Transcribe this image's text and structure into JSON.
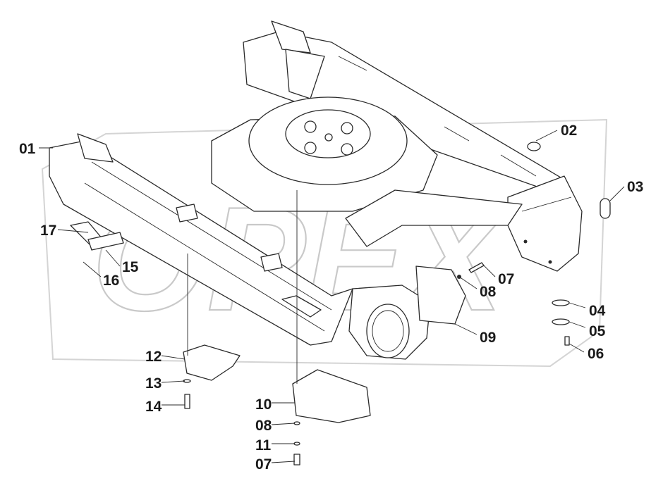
{
  "watermark": {
    "text": "OPEX"
  },
  "callouts": [
    {
      "id": "01",
      "text": "01"
    },
    {
      "id": "02",
      "text": "02"
    },
    {
      "id": "03",
      "text": "03"
    },
    {
      "id": "04",
      "text": "04"
    },
    {
      "id": "05",
      "text": "05"
    },
    {
      "id": "06",
      "text": "06"
    },
    {
      "id": "07a",
      "text": "07"
    },
    {
      "id": "08a",
      "text": "08"
    },
    {
      "id": "09",
      "text": "09"
    },
    {
      "id": "10",
      "text": "10"
    },
    {
      "id": "08b",
      "text": "08"
    },
    {
      "id": "11",
      "text": "11"
    },
    {
      "id": "07b",
      "text": "07"
    },
    {
      "id": "12",
      "text": "12"
    },
    {
      "id": "13",
      "text": "13"
    },
    {
      "id": "14",
      "text": "14"
    },
    {
      "id": "15",
      "text": "15"
    },
    {
      "id": "16",
      "text": "16"
    },
    {
      "id": "17",
      "text": "17"
    }
  ]
}
